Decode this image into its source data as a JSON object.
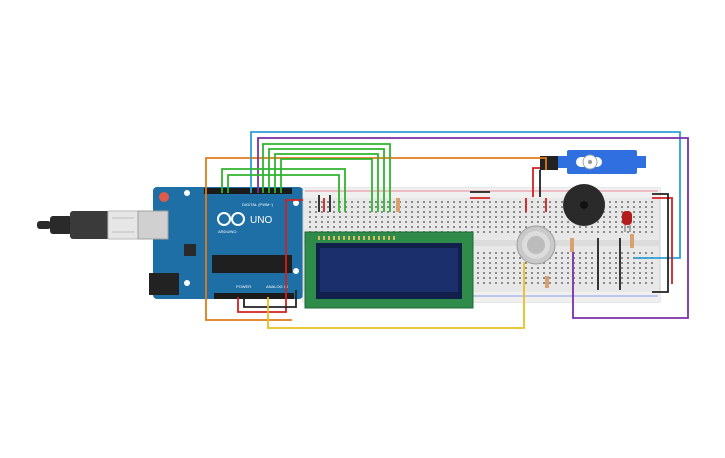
{
  "board": {
    "brand_label": "UNO",
    "logo_label": "ARDUINO",
    "digital_header_label": "DIGITAL (PWM~)",
    "power_label": "POWER",
    "analog_label": "ANALOG IN"
  },
  "colors": {
    "wire_orange": "#e07b1b",
    "wire_green": "#2fb52f",
    "wire_blue": "#2e9fd2",
    "wire_purple": "#7a2fa5",
    "wire_red": "#d42020",
    "wire_black": "#222222",
    "wire_yellow": "#e8c020",
    "arduino_blue": "#1d6fa5",
    "lcd_green": "#2e8b4a",
    "lcd_screen": "#1a2f6b",
    "servo_blue": "#2f6fe0"
  },
  "components": [
    "arduino-uno",
    "breadboard",
    "lcd-16x2",
    "servo-motor",
    "piezo-buzzer",
    "gas-sensor",
    "red-led",
    "resistor"
  ]
}
